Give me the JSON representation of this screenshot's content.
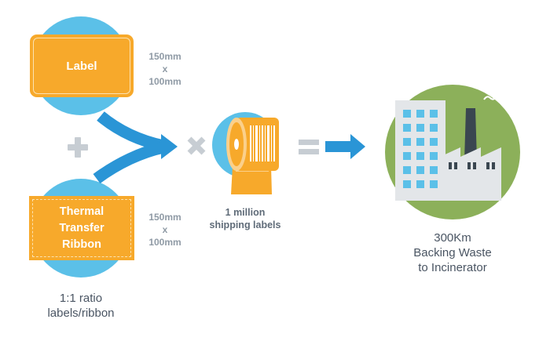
{
  "label": {
    "title": "Label",
    "dim_width": "150mm",
    "dim_x": "x",
    "dim_height": "100mm"
  },
  "ribbon": {
    "title_line1": "Thermal",
    "title_line2": "Transfer",
    "title_line3": "Ribbon",
    "dim_width": "150mm",
    "dim_x": "x",
    "dim_height": "100mm",
    "ratio_line1": "1:1 ratio",
    "ratio_line2": "labels/ribbon"
  },
  "roll": {
    "caption_line1": "1 million",
    "caption_line2": "shipping labels"
  },
  "result": {
    "line1": "300Km",
    "line2": "Backing Waste",
    "line3": "to Incinerator"
  },
  "colors": {
    "blue_circle": "#5bc0e8",
    "orange": "#f7a92b",
    "arrow_blue": "#2a95d6",
    "operator_gray": "#c7cdd3",
    "green_circle": "#8cb05a",
    "factory_gray": "#e3e6e9",
    "factory_dark": "#3a4650"
  },
  "operators": {
    "plus": "plus-icon",
    "times": "multiply-icon",
    "equals": "equals-icon"
  }
}
